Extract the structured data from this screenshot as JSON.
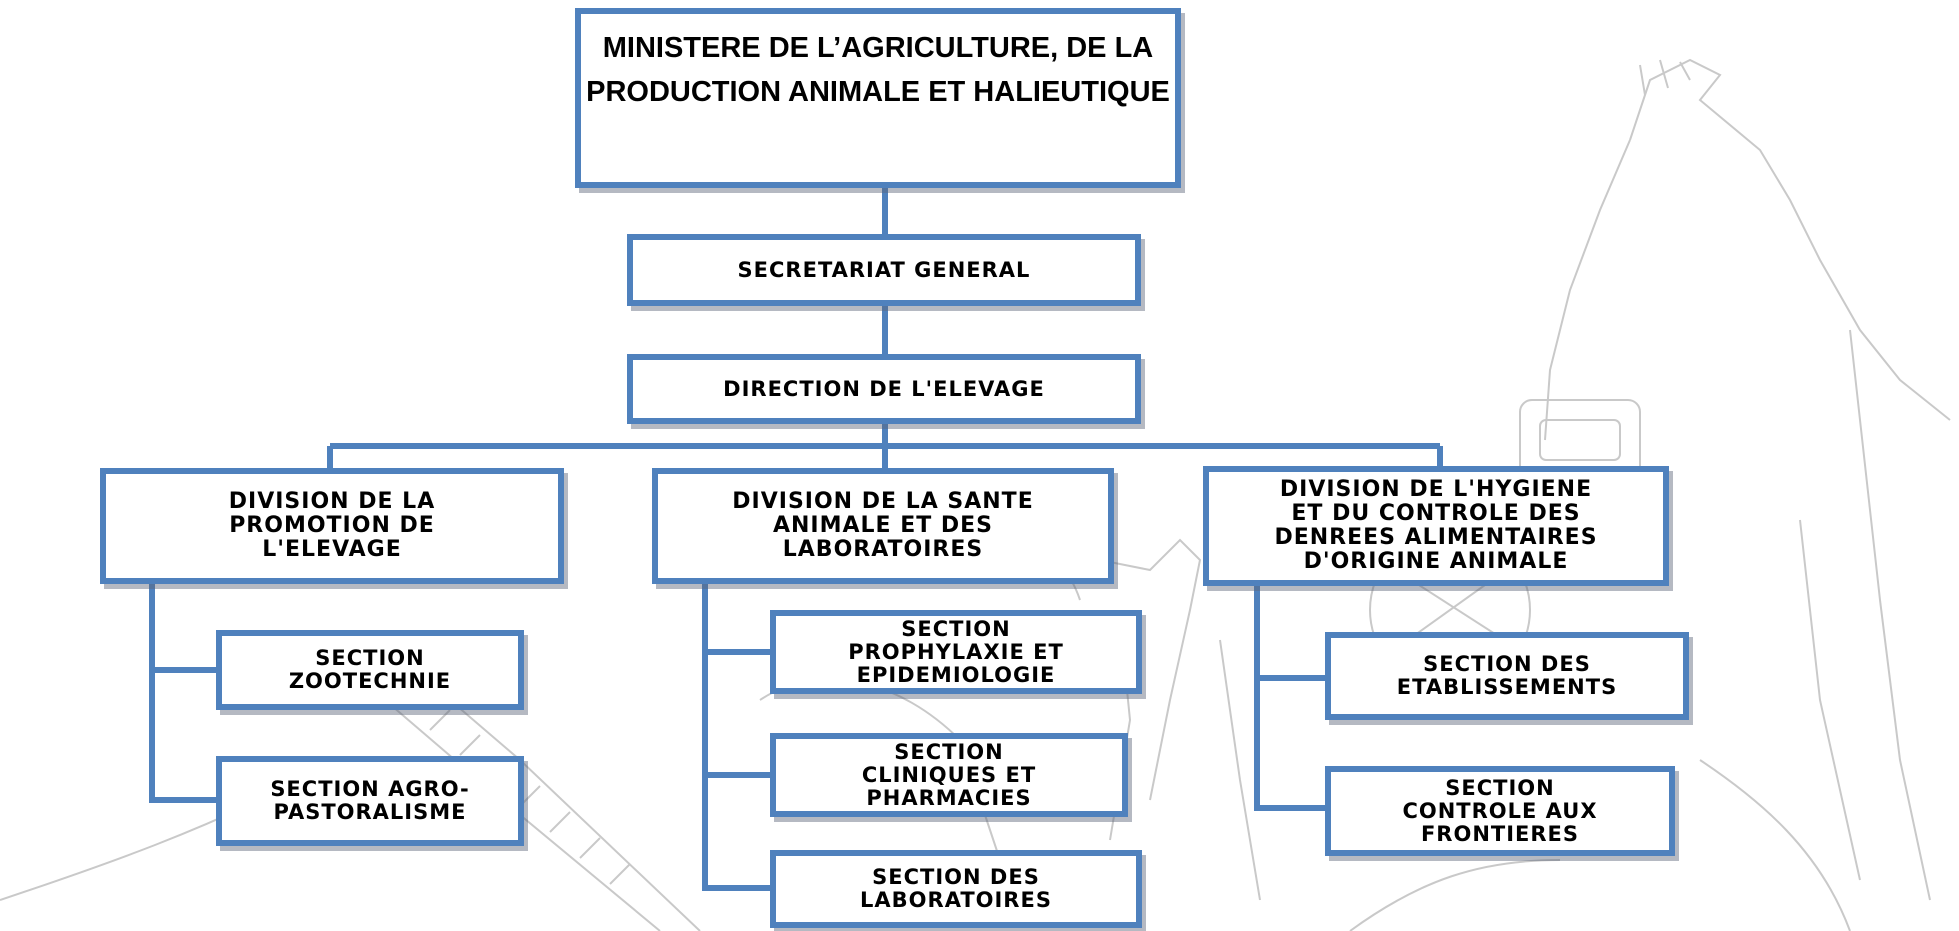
{
  "ministry": "MINISTERE DE L’AGRICULTURE, DE LA\nPRODUCTION ANIMALE ET HALIEUTIQUE",
  "secretariat": "SECRETARIAT GENERAL",
  "direction": "DIRECTION DE  L'ELEVAGE",
  "divisions": [
    {
      "name": "DIVISION DE LA\nPROMOTION DE\nL'ELEVAGE",
      "sections": [
        "SECTION\nZOOTECHNIE",
        "SECTION AGRO-\nPASTORALISME"
      ]
    },
    {
      "name": "DIVISION DE LA SANTE\nANIMALE ET DES\nLABORATOIRES",
      "sections": [
        "SECTION\nPROPHYLAXIE ET\nEPIDEMIOLOGIE",
        "SECTION\nCLINIQUES ET\nPHARMACIES",
        "SECTION DES\nLABORATOIRES"
      ]
    },
    {
      "name": "DIVISION DE L'HYGIENE\nET DU CONTROLE DES\nDENREES ALIMENTAIRES\nD'ORIGINE ANIMALE",
      "sections": [
        "SECTION DES\nETABLISSEMENTS",
        "SECTION\nCONTROLE AUX\nFRONTIERES"
      ]
    }
  ],
  "colors": {
    "box_border": "#4f81bd",
    "connector": "#4f81bd",
    "watermark": "#c8c8c8"
  }
}
